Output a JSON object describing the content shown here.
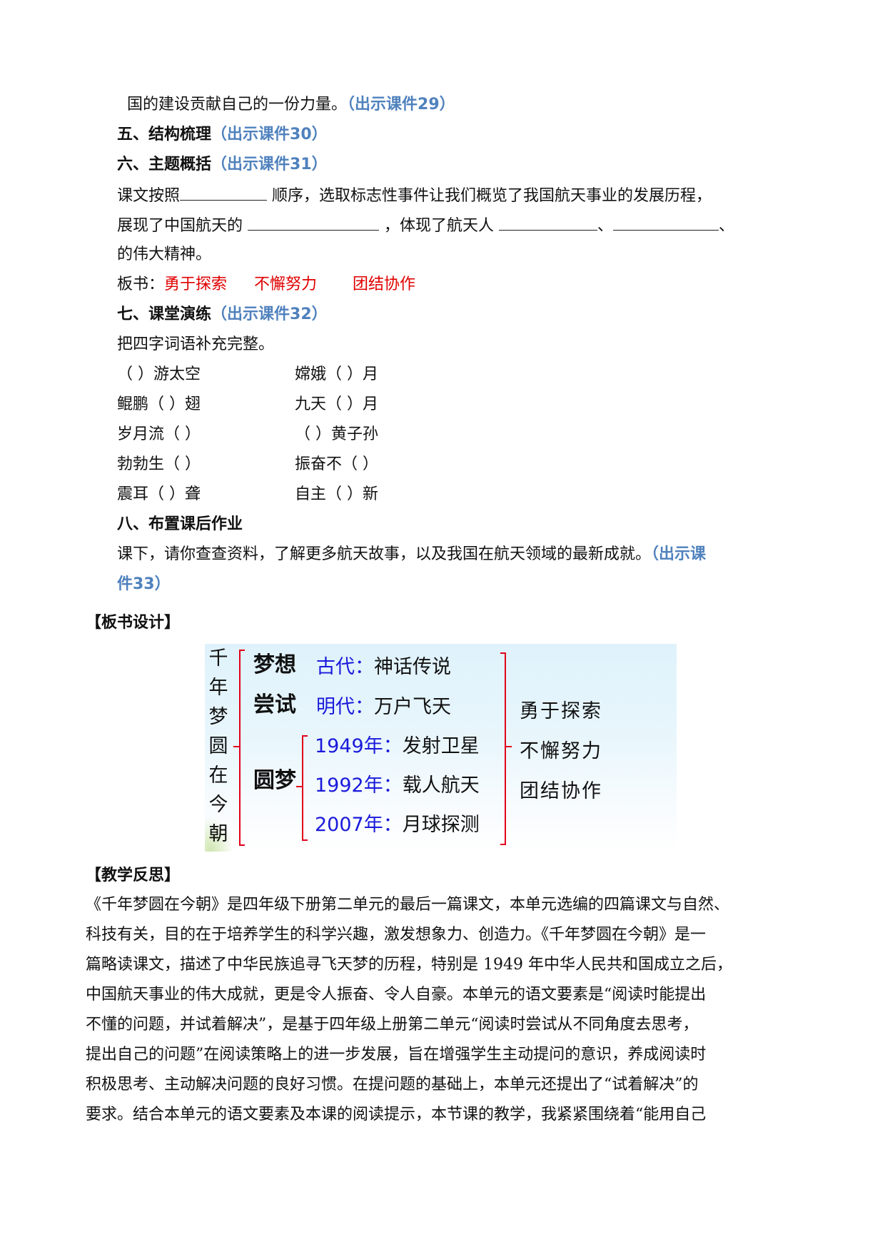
{
  "document": {
    "continued_line": {
      "text": "国的建设贡献自己的一份力量。",
      "courseware": "（出示课件29）"
    },
    "section5": {
      "heading": "五、结构梳理",
      "courseware": "（出示课件30）"
    },
    "section6": {
      "heading": "六、主题概括",
      "courseware": "（出示课件31）",
      "line1_a": "课文按照",
      "line1_b": " 顺序，选取标志性事件让我们概览了我国航天事业的发展历程，",
      "line2_a": "展现了中国航天的 ",
      "line2_b": " ，体现了航天人 ",
      "line2_c": "、",
      "line2_d": "、",
      "line3": "的伟大精神。",
      "board_label": "板书：",
      "board_items": [
        "勇于探索",
        "不懈努力",
        "团结协作"
      ]
    },
    "section7": {
      "heading": "七、课堂演练",
      "courseware": "（出示课件32）",
      "instruction": "把四字词语补充完整。",
      "exercises": [
        [
          "（    ）游太空",
          "嫦娥（    ）月"
        ],
        [
          "鲲鹏（    ）翅",
          "九天（    ）月"
        ],
        [
          "岁月流（    ）",
          "（    ）黄子孙"
        ],
        [
          "勃勃生（    ）",
          "振奋不（    ）"
        ],
        [
          "震耳（    ）聋",
          "自主（    ）新"
        ]
      ]
    },
    "section8": {
      "heading": "八、布置课后作业",
      "text": "课下，请你查查资料，了解更多航天故事，以及我国在航天领域的最新成就。",
      "courseware_a": "（出示课",
      "courseware_b": "件33）"
    },
    "board_design": {
      "heading": "【板书设计】",
      "title_vertical": [
        "千",
        "年",
        "梦",
        "圆",
        "在",
        "今",
        "朝"
      ],
      "stages": [
        "梦想",
        "尝试",
        "圆梦"
      ],
      "events": [
        {
          "era": "古代：",
          "event": "神话传说"
        },
        {
          "era": "明代：",
          "event": "万户飞天"
        },
        {
          "era": "1949年：",
          "event": "发射卫星"
        },
        {
          "era": "1992年：",
          "event": "载人航天"
        },
        {
          "era": "2007年：",
          "event": "月球探测"
        }
      ],
      "spirits": [
        "勇于探索",
        "不懈努力",
        "团结协作"
      ],
      "colors": {
        "bracket": "#e2001a",
        "era": "#1a1adb"
      }
    },
    "reflection": {
      "heading": "【教学反思】",
      "lines": [
        "《千年梦圆在今朝》是四年级下册第二单元的最后一篇课文，本单元选编的四篇课文与自然、",
        "科技有关，目的在于培养学生的科学兴趣，激发想象力、创造力。《千年梦圆在今朝》是一",
        "篇略读课文，描述了中华民族追寻飞天梦的历程，特别是 1949 年中华人民共和国成立之后，",
        "中国航天事业的伟大成就，更是令人振奋、令人自豪。本单元的语文要素是“阅读时能提出",
        "不懂的问题，并试着解决”，是基于四年级上册第二单元“阅读时尝试从不同角度去思考，",
        "提出自己的问题”在阅读策略上的进一步发展，旨在增强学生主动提问的意识，养成阅读时",
        "积极思考、主动解决问题的良好习惯。在提问题的基础上，本单元还提出了“试着解决”的",
        "要求。结合本单元的语文要素及本课的阅读提示，本节课的教学，我紧紧围绕着“能用自己"
      ]
    }
  }
}
